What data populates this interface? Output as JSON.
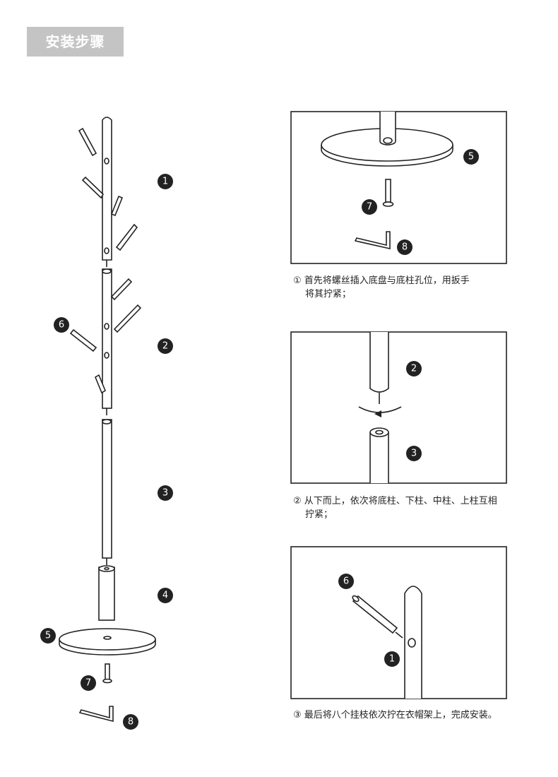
{
  "title": "安装步骤",
  "parts": {
    "p1": "1",
    "p2": "2",
    "p3": "3",
    "p4": "4",
    "p5": "5",
    "p6": "6",
    "p7": "7",
    "p8": "8"
  },
  "steps": [
    {
      "line1": "① 首先将螺丝插入底盘与底柱孔位，用扳手",
      "line2": "将其拧紧；"
    },
    {
      "line1": "② 从下而上，依次将底柱、下柱、中柱、上柱互相",
      "line2": "拧紧；"
    },
    {
      "line1": "③ 最后将八个挂枝依次拧在衣帽架上，完成安装。"
    }
  ]
}
